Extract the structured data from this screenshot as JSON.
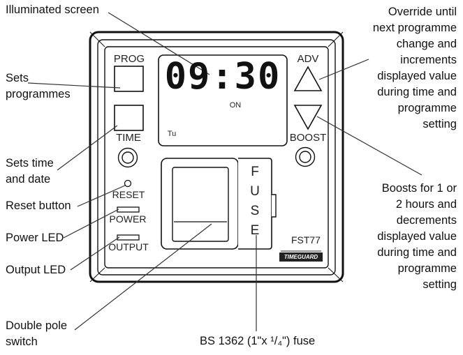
{
  "callouts": {
    "illuminated_screen": "Illuminated screen",
    "sets_programmes": "Sets\nprogrammes",
    "sets_time_date": "Sets time\nand date",
    "reset_button": "Reset button",
    "power_led": "Power LED",
    "output_led": "Output LED",
    "double_pole_switch": "Double pole\nswitch",
    "fuse": "BS 1362 (1\"x ¹/₄\") fuse",
    "override": "Override until\nnext programme\nchange and\nincrements\ndisplayed value\nduring time and\nprogramme\nsetting",
    "boosts": "Boosts for 1 or\n2 hours and\ndecrements\ndisplayed value\nduring time and\nprogramme\nsetting"
  },
  "device": {
    "prog_label": "PROG",
    "time_label": "TIME",
    "reset_label": "RESET",
    "power_label": "POWER",
    "output_label": "OUTPUT",
    "adv_label": "ADV",
    "boost_label": "BOOST",
    "model": "FST77",
    "brand": "TIMEGUARD",
    "fuse_letters": [
      "F",
      "U",
      "S",
      "E"
    ]
  },
  "display": {
    "time": "09:30",
    "status": "ON",
    "day": "Tu"
  }
}
